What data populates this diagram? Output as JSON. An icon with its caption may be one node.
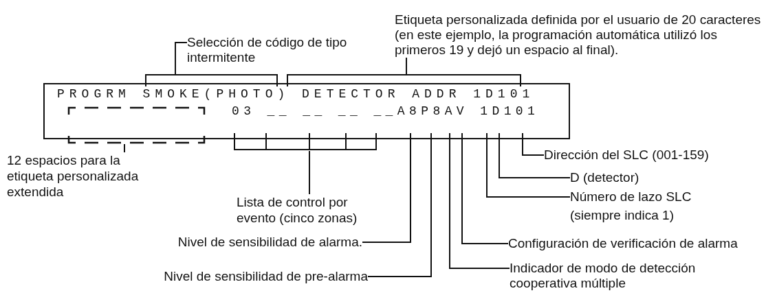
{
  "diagram": {
    "nodes": [
      {
        "text": [
          "Etiqueta personalizada definida por el usuario de 20 caracteres (en este ejemplo, la programación automática utilizó los primeros 19 y dejó un espacio al final)."
        ]
      },
      {
        "text": [
          "Selección de código de tipo intermitente"
        ]
      },
      {
        "text": [
          "PROGRM SMOKE(PHOTO) DETECTOR ADDR 1D101",
          "03 __ __ __ __A8P8AV 1D101"
        ]
      },
      {
        "text": [
          "Dirección del SLC (001-159)"
        ]
      },
      {
        "text": [
          "12 espacios para la etiqueta personalizada extendida"
        ]
      },
      {
        "text": [
          "D (detector)"
        ]
      },
      {
        "text": [
          "Número de lazo SLC (siempre indica 1)"
        ]
      },
      {
        "text": [
          "Lista de control por evento (cinco zonas)"
        ]
      },
      {
        "text": [
          "Nivel de sensibilidad de alarma."
        ]
      },
      {
        "text": [
          "Configuración de verificación de alarma"
        ]
      },
      {
        "text": [
          "Indicador de modo de detección cooperativa múltiple"
        ]
      },
      {
        "text": [
          "Nivel de sensibilidad de pre-alarma"
        ]
      }
    ],
    "edges": [
      {
        "from": 0,
        "to": 2,
        "arrow": "none"
      },
      {
        "from": 1,
        "to": 2,
        "arrow": "none"
      },
      {
        "from": 3,
        "to": 2,
        "arrow": "none"
      },
      {
        "from": 4,
        "to": 2,
        "arrow": "none"
      },
      {
        "from": 5,
        "to": 2,
        "arrow": "none"
      },
      {
        "from": 6,
        "to": 2,
        "arrow": "none"
      },
      {
        "from": 7,
        "to": 2,
        "arrow": "none"
      },
      {
        "from": 8,
        "to": 2,
        "arrow": "none"
      },
      {
        "from": 9,
        "to": 2,
        "arrow": "none"
      },
      {
        "from": 10,
        "to": 2,
        "arrow": "none"
      },
      {
        "from": 11,
        "to": 2,
        "arrow": "none"
      }
    ]
  }
}
